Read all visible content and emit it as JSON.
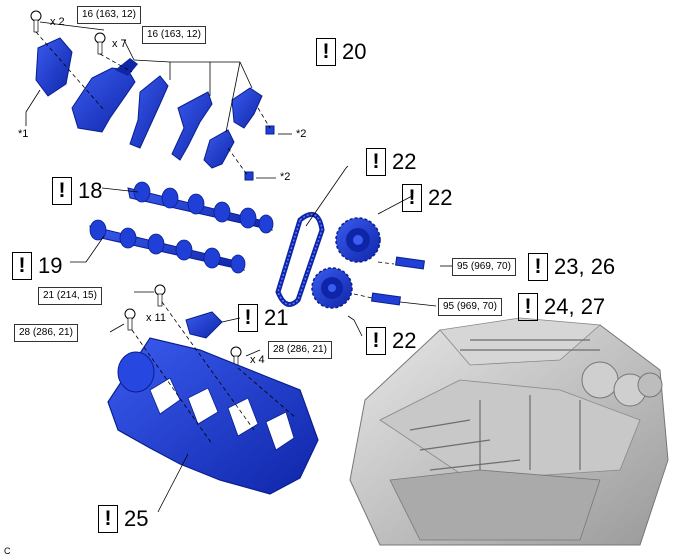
{
  "torque_specs": {
    "t1": "16 (163, 12)",
    "t2": "16 (163, 12)",
    "t3": "21 (214, 15)",
    "t4": "28 (286, 21)",
    "t5": "28 (286, 21)",
    "t6": "95 (969, 70)",
    "t7": "95 (969, 70)"
  },
  "quantities": {
    "q1": "x 2",
    "q2": "x 7",
    "q3": "x 11",
    "q4": "x 4"
  },
  "notes": {
    "n1": "*1",
    "n2": "*2",
    "n3": "*2"
  },
  "callouts": {
    "c20": "20",
    "c18": "18",
    "c19": "19",
    "c22a": "22",
    "c22b": "22",
    "c22c": "22",
    "c2326": "23, 26",
    "c2427": "24, 27",
    "c21": "21",
    "c25": "25"
  },
  "bang_symbol": "!",
  "corner_label": "C",
  "colors": {
    "part_blue": "#1f3fd6",
    "part_blue_dark": "#0a1f8f",
    "engine_gray": "#b9b9b9"
  }
}
